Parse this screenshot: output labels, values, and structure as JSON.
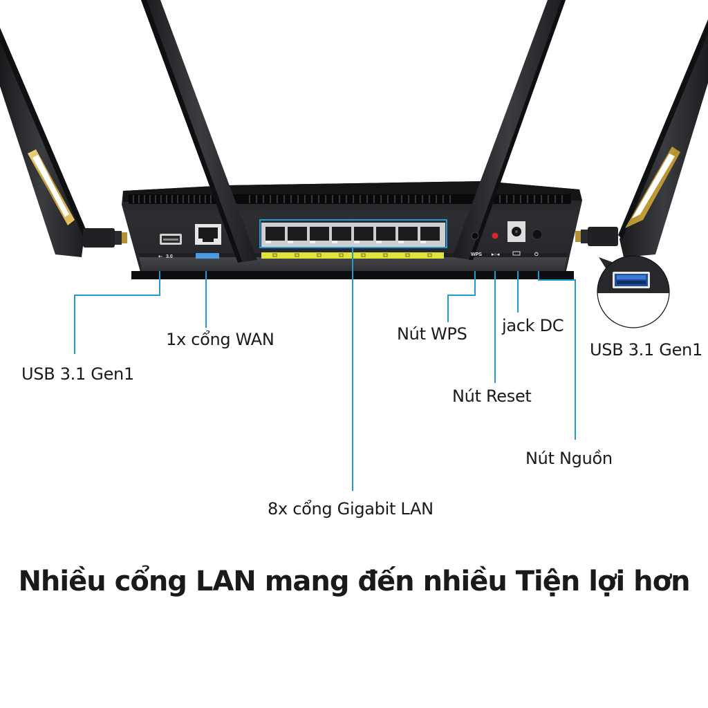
{
  "colors": {
    "leader_line": "#1e9ad6",
    "router_body": "#26282b",
    "router_dark": "#111214",
    "lan_led_strip": "#dfe33a",
    "wan_label_bg": "#4a9be0",
    "antenna_accent": "#c9a640",
    "reset_button": "#d9262c",
    "text": "#1a1a1a"
  },
  "device": {
    "antennas": 4,
    "port_labels": {
      "usb_left": "3.0",
      "wps": "WPS"
    },
    "lan_port_count": 8
  },
  "callouts": {
    "usb_left": "USB 3.1 Gen1",
    "wan": "1x cổng WAN",
    "lan": "8x cổng Gigabit LAN",
    "wps": "Nút WPS",
    "reset": "Nút Reset",
    "dc_jack": "jack DC",
    "power": "Nút Nguồn",
    "usb_right": "USB 3.1 Gen1"
  },
  "headline": "Nhiều cổng LAN mang đến nhiều Tiện lợi hơn"
}
